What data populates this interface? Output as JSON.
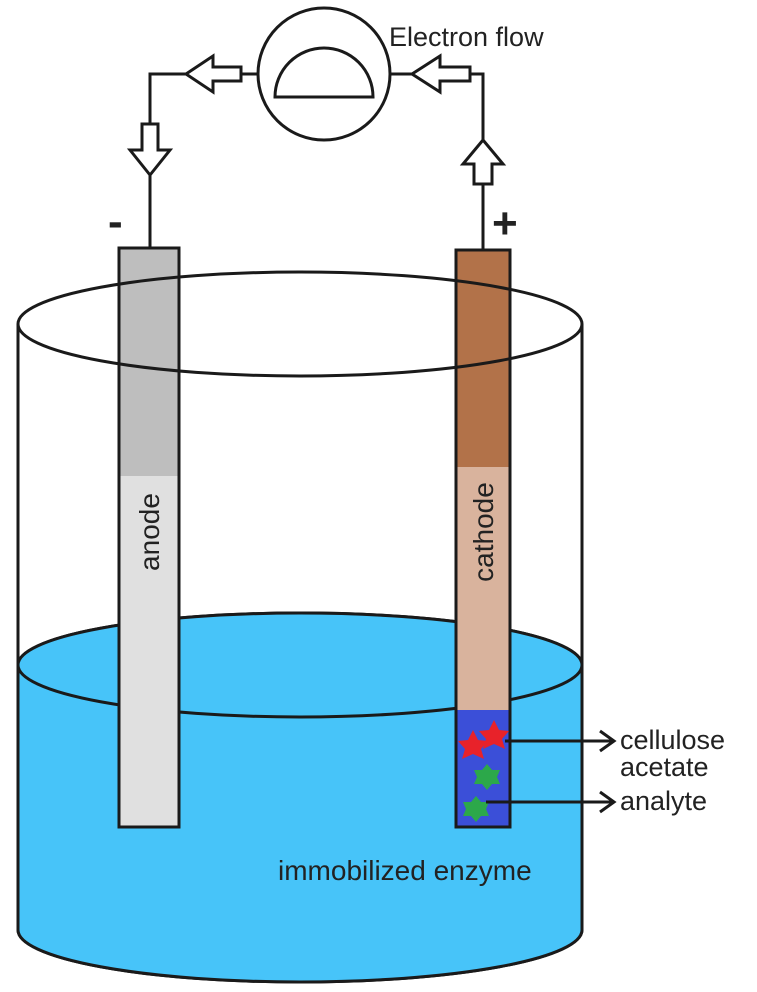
{
  "labels": {
    "electron_flow": "Electron flow",
    "negative_terminal": "-",
    "positive_terminal": "+",
    "anode": "anode",
    "cathode": "cathode",
    "cellulose_acetate_line1": "cellulose",
    "cellulose_acetate_line2": "acetate",
    "analyte": "analyte",
    "immobilized_enzyme": "immobilized enzyme"
  },
  "colors": {
    "outline": "#1a1a1a",
    "solution": "#47c4f9",
    "anode_top": "#bebebe",
    "anode_bottom": "#e0e0e0",
    "cathode_top": "#b27249",
    "cathode_bottom": "#d9b39d",
    "enzyme_layer": "#3b4fd8",
    "red_particle": "#e8222a",
    "green_particle": "#2ca84a"
  }
}
